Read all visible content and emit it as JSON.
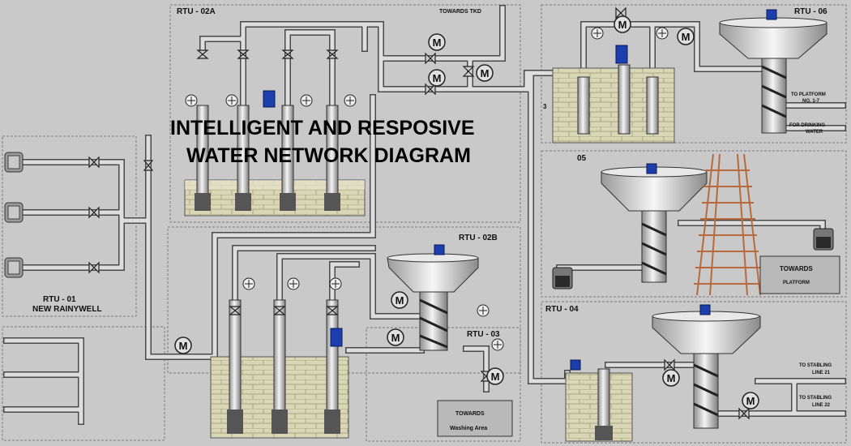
{
  "title": {
    "line1": "INTELLIGENT AND RESPOSIVE",
    "line2": "WATER NETWORK DIAGRAM"
  },
  "panels": {
    "rtu01": {
      "label": "RTU - 01",
      "sub": "NEW RAINYWELL"
    },
    "rtu02a": {
      "label": "RTU - 02A",
      "note": "TOWARDS TKD"
    },
    "rtu02b": {
      "label": "RTU - 02B"
    },
    "rtu03": {
      "label": "RTU - 03",
      "dest1": "TOWARDS",
      "dest2": "Washing Area"
    },
    "rtu04": {
      "label": "RTU - 04",
      "dest1a": "TO STABLING",
      "dest1b": "LINE 21",
      "dest2a": "TO STABLING",
      "dest2b": "LINE 22"
    },
    "rtu05": {
      "label": "05",
      "dest1": "TOWARDS",
      "dest2": "PLATFORM"
    },
    "rtu06": {
      "label": "RTU - 06",
      "dest1a": "TO PLATFORM",
      "dest1b": "NO. 1-7",
      "dest2a": "FOR DRINKING",
      "dest2b": "WATER"
    }
  },
  "misc": {
    "tag3": "3"
  },
  "colors": {
    "background": "#c9c9c9",
    "pipe": "#d8d8d8",
    "pipe_edge": "#555555",
    "tank": "#d6d3b4",
    "funnel": "#d0d0d0",
    "sensor": "#1c3fae",
    "rail": "#b86a3c"
  }
}
